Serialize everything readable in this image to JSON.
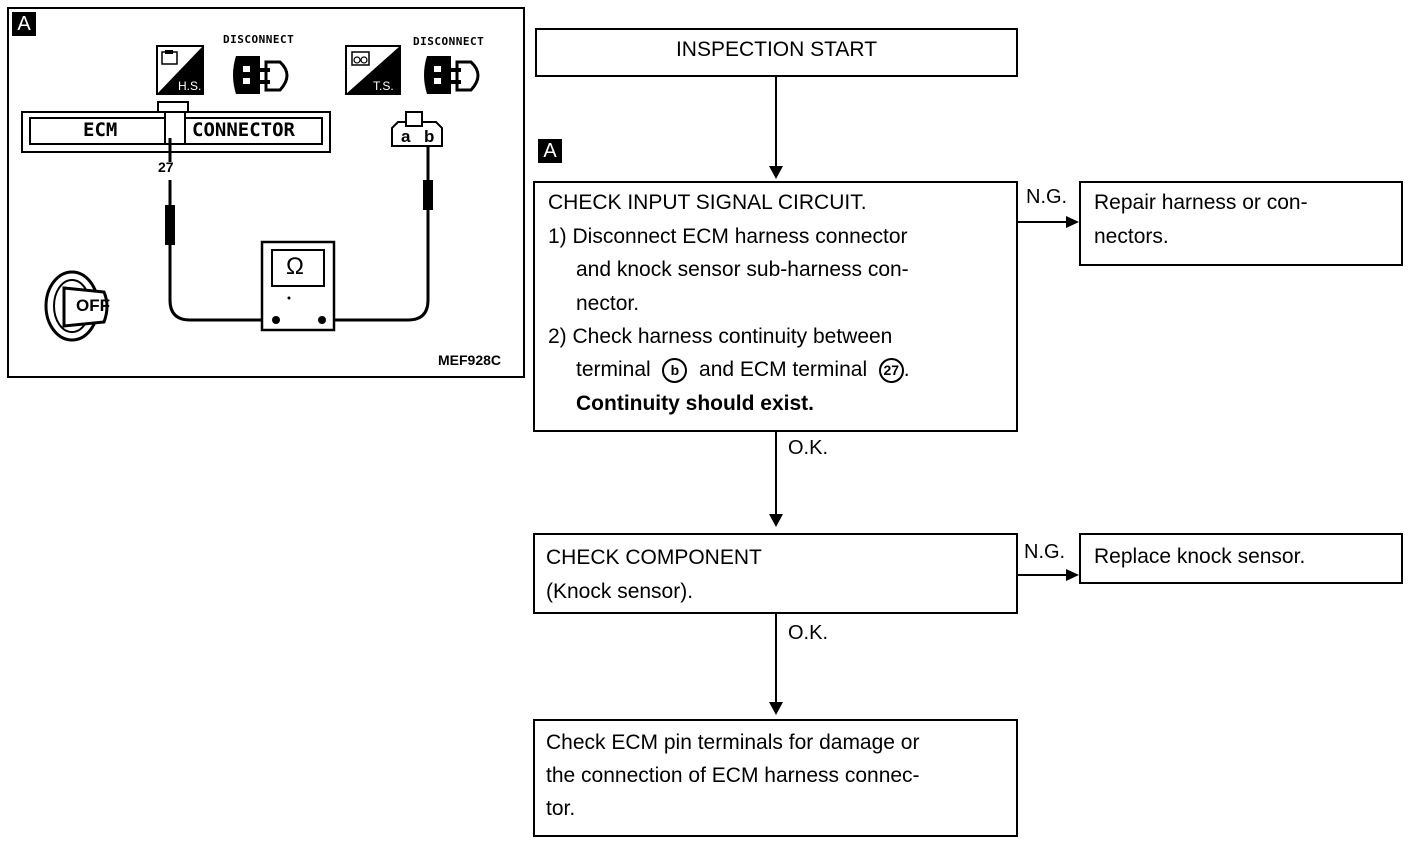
{
  "panel": {
    "badge": "A",
    "hs_label": "H.S.",
    "ts_label": "T.S.",
    "disconnect_1": "DISCONNECT",
    "disconnect_2": "DISCONNECT",
    "ecm_left": "ECM",
    "ecm_right": "CONNECTOR",
    "pin": "27",
    "term_a": "a",
    "term_b": "b",
    "ohm": "Ω",
    "off": "OFF",
    "code": "MEF928C"
  },
  "flow": {
    "start": "INSPECTION START",
    "badge": "A",
    "step1": {
      "title": "CHECK INPUT SIGNAL CIRCUIT.",
      "l1": "1) Disconnect ECM harness connector",
      "l2": "and knock sensor sub-harness con-",
      "l3": "nector.",
      "l4": "2) Check harness continuity between",
      "l5_pre": "terminal",
      "l5_t1": "b",
      "l5_mid": "and ECM terminal",
      "l5_t2": "27",
      "l5_end": ".",
      "l6": "Continuity should exist."
    },
    "ng1": "N.G.",
    "repair_l1": "Repair harness or con-",
    "repair_l2": "nectors.",
    "ok1": "O.K.",
    "step2_l1": "CHECK COMPONENT",
    "step2_l2": "(Knock sensor).",
    "ng2": "N.G.",
    "replace": "Replace knock sensor.",
    "ok2": "O.K.",
    "final_l1": "Check ECM pin terminals for damage or",
    "final_l2": "the connection of ECM harness connec-",
    "final_l3": "tor."
  }
}
